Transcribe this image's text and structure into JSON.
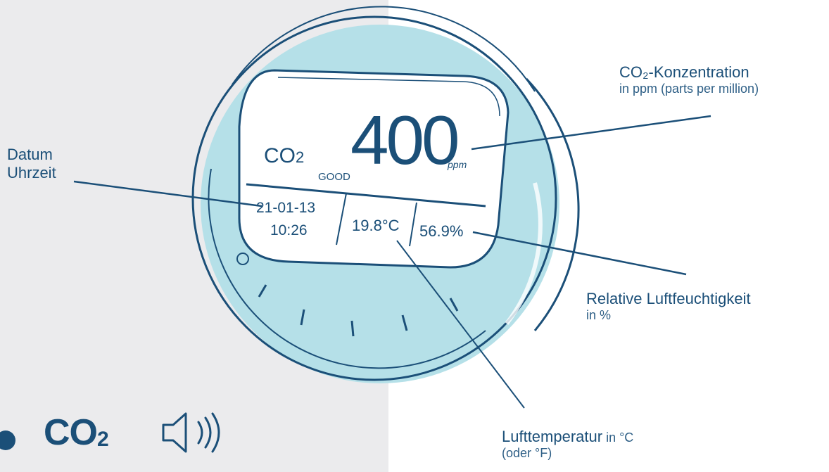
{
  "display": {
    "co2_label": "CO",
    "co2_sub": "2",
    "status": "GOOD",
    "value": "400",
    "unit": "ppm",
    "date": "21-01-13",
    "time": "10:26",
    "temperature": "19.8°C",
    "humidity": "56.9%"
  },
  "callouts": {
    "co2": {
      "title": "CO₂-Konzentration",
      "subtitle": "in ppm (parts per million)"
    },
    "datetime": {
      "line1": "Datum",
      "line2": "Uhrzeit"
    },
    "humidity": {
      "title": "Relative Luftfeuchtigkeit",
      "subtitle": "in %"
    },
    "temperature": {
      "title": "Lufttemperatur",
      "inline": " in °C",
      "subtitle": "(oder °F)"
    }
  },
  "bottom_icons": {
    "co2_text": "CO",
    "co2_sub": "2",
    "icons": [
      "info-icon",
      "speaker-icon"
    ]
  },
  "colors": {
    "text": "#1b4f78",
    "device_fill": "#b5e0e8",
    "panel": "#ebebed",
    "line": "#1b4f78"
  }
}
